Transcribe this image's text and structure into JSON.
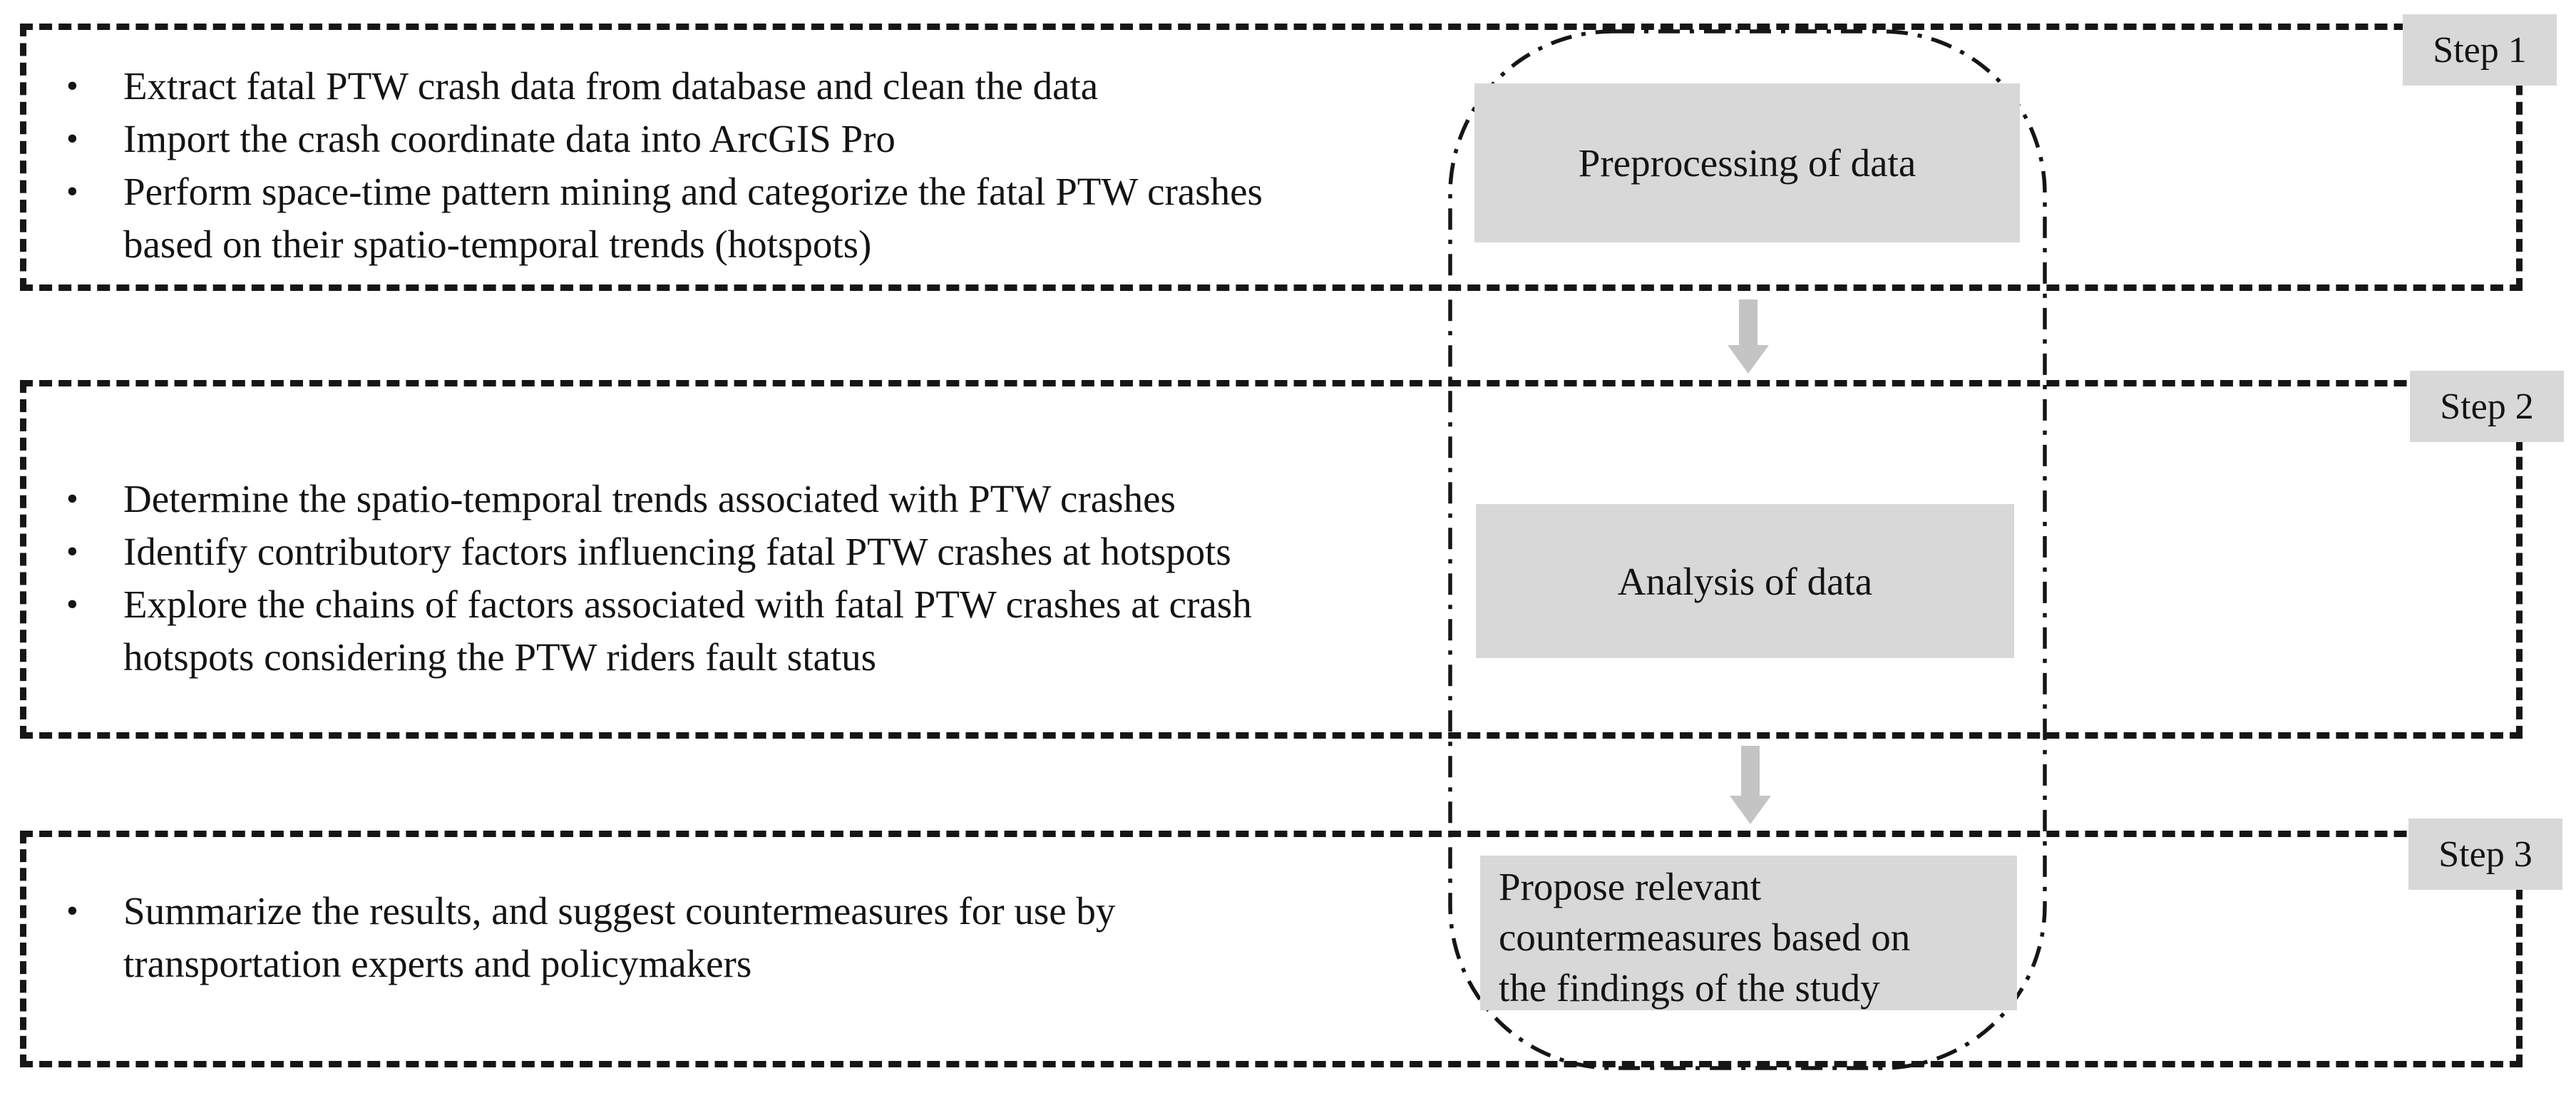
{
  "figure_title": "Three-step study framework flowchart",
  "glyphs": {
    "bullet": "•"
  },
  "colors": {
    "panel_gray": "#d8d8d8",
    "arrow_gray": "#c4c4c4",
    "border_black": "#161616",
    "background": "#ffffff"
  },
  "steps": [
    {
      "label": "Step 1",
      "process_lines": [
        "Preprocessing of data"
      ],
      "bullets": [
        {
          "lines": [
            "Extract fatal PTW crash data from database and clean the data"
          ]
        },
        {
          "lines": [
            "Import the crash coordinate data into ArcGIS Pro"
          ]
        },
        {
          "lines": [
            "Perform space-time pattern mining and categorize the fatal PTW crashes",
            "based on their spatio-temporal trends (hotspots)"
          ]
        }
      ]
    },
    {
      "label": "Step 2",
      "process_lines": [
        "Analysis of data"
      ],
      "bullets": [
        {
          "lines": [
            "Determine the spatio-temporal trends associated with PTW crashes"
          ]
        },
        {
          "lines": [
            "Identify contributory factors influencing fatal PTW crashes at hotspots"
          ]
        },
        {
          "lines": [
            "Explore the chains of factors associated with fatal PTW crashes at crash",
            "hotspots considering the PTW riders fault status"
          ]
        }
      ]
    },
    {
      "label": "Step 3",
      "process_lines": [
        "Propose relevant",
        "countermeasures based on",
        "the findings of the study"
      ],
      "bullets": [
        {
          "lines": [
            "Summarize the results, and suggest countermeasures for use by",
            "transportation experts and policymakers"
          ]
        }
      ]
    }
  ]
}
